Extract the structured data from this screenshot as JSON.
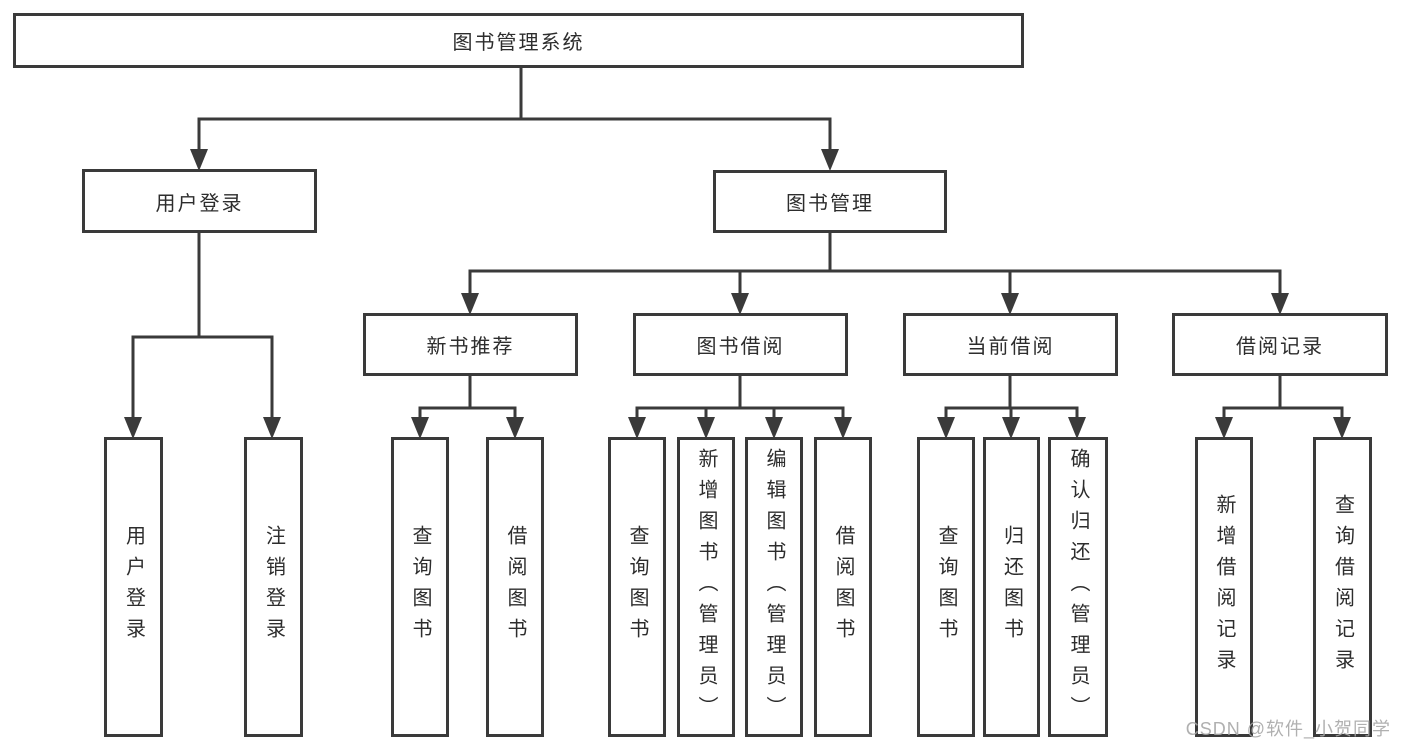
{
  "diagram": {
    "root": {
      "label": "图书管理系统"
    },
    "level2": [
      {
        "label": "用户登录"
      },
      {
        "label": "图书管理"
      }
    ],
    "level3": [
      {
        "label": "新书推荐"
      },
      {
        "label": "图书借阅"
      },
      {
        "label": "当前借阅"
      },
      {
        "label": "借阅记录"
      }
    ],
    "leaves": {
      "user_login": [
        {
          "label": "用户登录"
        },
        {
          "label": "注销登录"
        }
      ],
      "new_books": [
        {
          "label": "查询图书"
        },
        {
          "label": "借阅图书"
        }
      ],
      "book_borrow": [
        {
          "label": "查询图书"
        },
        {
          "label": "新增图书（管理员）"
        },
        {
          "label": "编辑图书（管理员）"
        },
        {
          "label": "借阅图书"
        }
      ],
      "current_borrow": [
        {
          "label": "查询图书"
        },
        {
          "label": "归还图书"
        },
        {
          "label": "确认归还（管理员）"
        }
      ],
      "borrow_records": [
        {
          "label": "新增借阅记录"
        },
        {
          "label": "查询借阅记录"
        }
      ]
    }
  },
  "watermark": {
    "text": "CSDN @软件_小贺同学"
  },
  "colors": {
    "line": "#3a3a3a",
    "text": "#2d2d2d",
    "watermark": "#a8a8a8",
    "background": "#ffffff"
  }
}
